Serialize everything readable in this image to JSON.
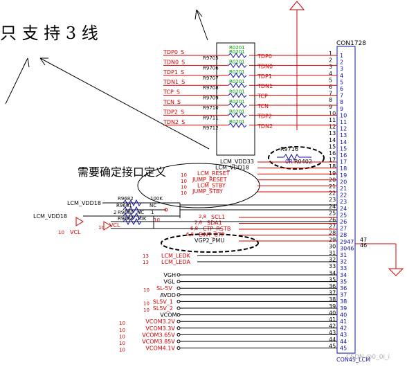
{
  "annotations": {
    "top_text": "只 支 持 3 线",
    "mid_text": "需要确定接口定义"
  },
  "connector": {
    "name": "CON1728",
    "bottom_name": "CON45_LCM",
    "pins_left": [
      "1",
      "2",
      "3",
      "4",
      "5",
      "6",
      "7",
      "8",
      "9",
      "10",
      "11",
      "12",
      "13",
      "14",
      "15",
      "16",
      "17",
      "18",
      "19",
      "20",
      "21",
      "22",
      "23",
      "24",
      "25",
      "26",
      "27",
      "28",
      "29",
      "30",
      "31",
      "32",
      "33",
      "34",
      "35",
      "36",
      "37",
      "38",
      "39",
      "40",
      "41",
      "42",
      "43",
      "44",
      "45"
    ],
    "pins_right": [
      "1",
      "2",
      "3",
      "4",
      "5",
      "6",
      "7",
      "8",
      "9",
      "10",
      "11",
      "12",
      "13",
      "14",
      "15",
      "16",
      "17",
      "18",
      "19",
      "20",
      "21",
      "22",
      "23",
      "24",
      "25",
      "26",
      "27",
      "28",
      "2947",
      "3046",
      "31",
      "32",
      "33",
      "34",
      "35",
      "36",
      "37",
      "38",
      "39",
      "40",
      "41",
      "42",
      "43",
      "44",
      "45"
    ],
    "side_pins": [
      "47",
      "46"
    ]
  },
  "top_block": {
    "header": "R0201",
    "nets_left": [
      "TDP0_S",
      "TDN0_S",
      "TDP1_S",
      "TDN1_S",
      "TCP_S",
      "TCN_S",
      "TDP2_S",
      "TDN2_S"
    ],
    "resistors": [
      "R9705",
      "R9706",
      "R9707",
      "R9708",
      "R9709",
      "R9710",
      "R9711",
      "R9712"
    ],
    "chip_labels": [
      "R0201",
      "R0201",
      "R0201",
      "R0201",
      "R0201",
      "R0201",
      "R0201",
      "R0201"
    ],
    "nets_right": [
      "TDP0",
      "TDN0",
      "TDP1",
      "TDN1",
      "TCP",
      "TCN",
      "TDP2",
      "TDN2"
    ]
  },
  "r9716": {
    "name": "R9716",
    "value": "0R",
    "size": "R0402"
  },
  "lcm_nets": [
    {
      "pin_ref": "",
      "label": "LCM_VDD33"
    },
    {
      "pin_ref": "",
      "label": "LCM_VDD18"
    },
    {
      "pin_ref": "10",
      "label": "LCM_RESET"
    },
    {
      "pin_ref": "10",
      "label": "JUMP_RESET"
    },
    {
      "pin_ref": "10",
      "label": "LCM_STBY"
    },
    {
      "pin_ref": "10",
      "label": "JUMP_STBY"
    }
  ],
  "left_block": {
    "net_vdd18_a": "LCM_VDD18",
    "net_vdd18_b": "LCM_VDD18",
    "r9682": "R9682",
    "r9682_val": "100K",
    "r9681": "R9681",
    "r9681_val": "NC",
    "r9680": "R9680",
    "r9680_val": "NC",
    "r9683": "R9683",
    "r9683_val": "10K",
    "num_2": "2",
    "num_1": "1",
    "vcl_a": "VCL",
    "vcl_b": "VCL",
    "ref_10a": "10",
    "ref_10b": "10",
    "ref_10c": "10"
  },
  "mid_nets": [
    {
      "ref": "2,8",
      "label": "SCL1"
    },
    {
      "ref": "2,8",
      "label": "SDA1"
    },
    {
      "ref": "6,8",
      "label": "CTP_RSTB"
    },
    {
      "ref": "6,8",
      "label": "EINT_CTP"
    },
    {
      "ref": "",
      "label": "VGP2_PMU"
    }
  ],
  "led_nets": [
    {
      "ref": "13",
      "label": "LCM_LEDK"
    },
    {
      "ref": "13",
      "label": "LCM_LEDA"
    }
  ],
  "power_nets": [
    {
      "ref": "",
      "label": "VGH"
    },
    {
      "ref": "",
      "label": "VGL"
    },
    {
      "ref": "10",
      "label": "SL-5V"
    },
    {
      "ref": "",
      "label": "AVDD"
    },
    {
      "ref": "10",
      "label": "SL5V_1"
    },
    {
      "ref": "10",
      "label": "SL5V_2"
    },
    {
      "ref": "",
      "label": "VCOM"
    },
    {
      "ref": "10",
      "label": "VCOM3.2V"
    },
    {
      "ref": "10",
      "label": "VCOM3.3V"
    },
    {
      "ref": "10",
      "label": "VCOM3.65V"
    },
    {
      "ref": "10",
      "label": "VCOM3.85V"
    },
    {
      "ref": "10",
      "label": "VCOM4.1V"
    }
  ],
  "watermark": "CSDN @0_0i_i"
}
